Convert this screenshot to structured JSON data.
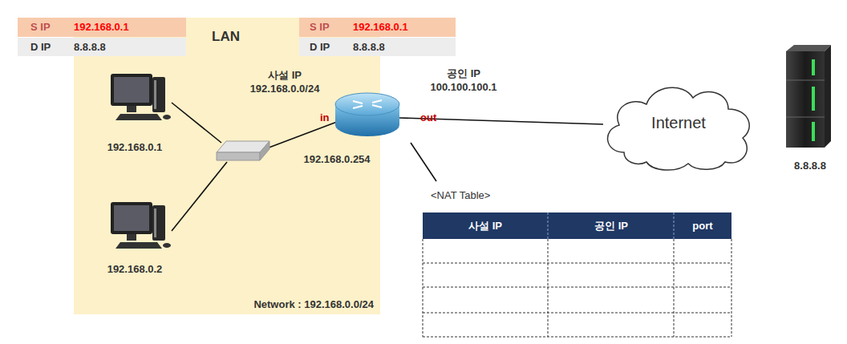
{
  "diagram": {
    "nodes": [
      {
        "text": [
          "LAN",
          "Network : 192.168.0.0/24"
        ]
      },
      {
        "text": [
          "Internet"
        ]
      }
    ],
    "labels": [
      "S IP",
      "192.168.0.1",
      "D IP",
      "8.8.8.8",
      "S IP",
      "192.168.0.1",
      "D IP",
      "8.8.8.8",
      "사설 IP",
      "192.168.0.0/24",
      "공인 IP",
      "100.100.100.1",
      "in",
      "out",
      "192.168.0.1",
      "192.168.0.254",
      "8.8.8.8",
      "192.168.0.2",
      "<NAT Table>",
      "사설 IP",
      "공인 IP",
      "port"
    ]
  }
}
